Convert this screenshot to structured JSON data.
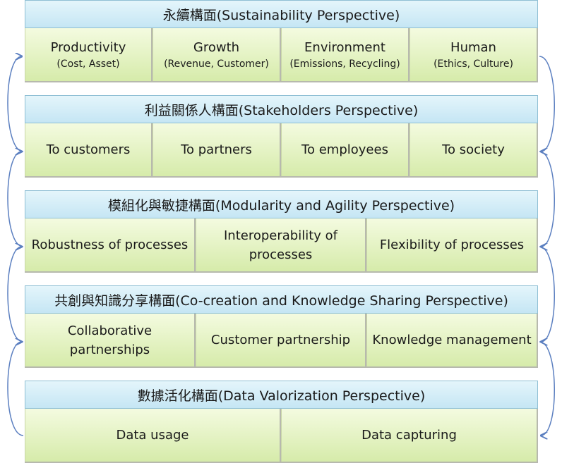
{
  "diagram": {
    "perspectives": [
      {
        "title": "永續構面(Sustainability Perspective)",
        "items": [
          {
            "label": "Productivity",
            "sub": "(Cost, Asset)"
          },
          {
            "label": "Growth",
            "sub": "(Revenue, Customer)"
          },
          {
            "label": "Environment",
            "sub": "(Emissions, Recycling)"
          },
          {
            "label": "Human",
            "sub": "(Ethics, Culture)"
          }
        ]
      },
      {
        "title": "利益關係人構面(Stakeholders Perspective)",
        "items": [
          {
            "label": "To customers"
          },
          {
            "label": "To partners"
          },
          {
            "label": "To employees"
          },
          {
            "label": "To society"
          }
        ]
      },
      {
        "title": "模組化與敏捷構面(Modularity and Agility Perspective)",
        "items": [
          {
            "label": "Robustness of processes"
          },
          {
            "label": "Interoperability of processes"
          },
          {
            "label": "Flexibility of processes"
          }
        ]
      },
      {
        "title": "共創與知識分享構面(Co-creation and Knowledge Sharing Perspective)",
        "items": [
          {
            "label": "Collaborative partnerships"
          },
          {
            "label": "Customer partnership"
          },
          {
            "label": "Knowledge management"
          }
        ]
      },
      {
        "title": "數據活化構面(Data Valorization Perspective)",
        "items": [
          {
            "label": "Data usage"
          },
          {
            "label": "Data capturing"
          }
        ]
      }
    ],
    "colors": {
      "header": "#c5e6f4",
      "cell": "#d6ebaa",
      "arrow": "#5b7fc0"
    }
  }
}
